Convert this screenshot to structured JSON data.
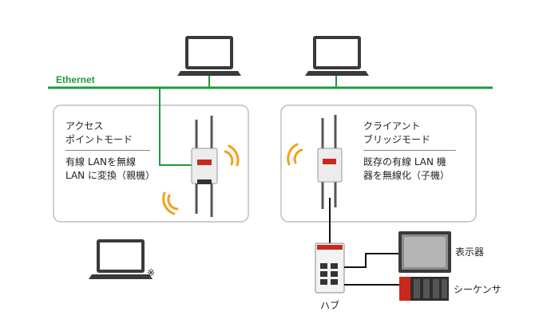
{
  "network": {
    "label": "Ethernet"
  },
  "ap_mode": {
    "title_line1": "アクセス",
    "title_line2": "ポイントモード",
    "desc_line1": "有線 LANを無線",
    "desc_line2": "LAN に変換（親機）"
  },
  "client_mode": {
    "title_line1": "クライアント",
    "title_line2": "ブリッジモード",
    "desc_line1": "既存の有線 LAN 機",
    "desc_line2": "器を無線化（子機）"
  },
  "devices": {
    "note_mark": "※",
    "hub_label": "ハブ",
    "display_label": "表示器",
    "sequencer_label": "シーケンサ"
  },
  "colors": {
    "ethernet": "#1e9a3c",
    "wireless": "#f0a21e",
    "device_red": "#c8281e",
    "box_border": "#bdbdbd"
  }
}
